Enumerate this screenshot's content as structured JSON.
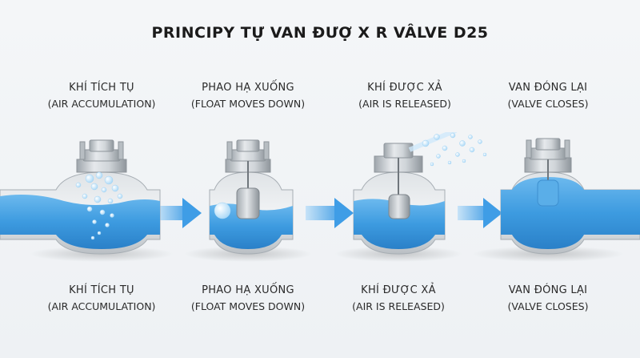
{
  "title": "PRINCIPY TỰ VAN ĐƯỢ X  R VÂLVE D25",
  "colors": {
    "water": "#3d9be0",
    "water_light": "#8cc9f2",
    "metal": "#c9ced3",
    "metal_dark": "#8e959b",
    "arrow": "#4fa6e8"
  },
  "steps": [
    {
      "top_vn": "KHÍ TÍCH TỤ",
      "top_en": "(AIR ACCUMULATION)",
      "bottom_vn": "KHÍ TÍCH TỤ",
      "bottom_en": "(AIR ACCUMULATION)"
    },
    {
      "top_vn": "PHAO HẠ XUỐNG",
      "top_en": "(FLOAT MOVES DOWN)",
      "bottom_vn": "PHAO HẠ XUỐNG",
      "bottom_en": "(FLOAT MOVES DOWN)"
    },
    {
      "top_vn": "KHÍ ĐƯỢC XẢ",
      "top_en": "(AIR IS RELEASED)",
      "bottom_vn": "KHÍ ĐƯỢC XẢ",
      "bottom_en": "(AIR IS RELEASED)"
    },
    {
      "top_vn": "VAN ĐÓNG LẠI",
      "top_en": "(VALVE CLOSES)",
      "bottom_vn": "VAN ĐÓNG LẠI",
      "bottom_en": "(VALVE CLOSES)"
    }
  ]
}
